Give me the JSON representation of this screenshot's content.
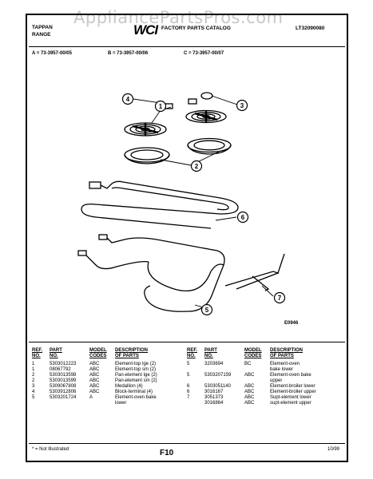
{
  "watermark": "AppliancePartsPros.com",
  "header": {
    "brand_line1": "TAPPAN",
    "brand_line2": "RANGE",
    "logo_text": "WCI",
    "catalog": "FACTORY PARTS CATALOG",
    "catalog_number": "LT32090080"
  },
  "models": [
    "A = 73-3957-00/05",
    "B = 73-3957-00/06",
    "C = 73-3957-00/07"
  ],
  "diagram": {
    "callouts": [
      "1",
      "2",
      "3",
      "4",
      "5",
      "6",
      "7"
    ],
    "figure_code": "E0946"
  },
  "table_headers": {
    "ref": "REF.\nNO.",
    "part": "PART\nNO.",
    "model": "MODEL\nCODES",
    "desc": "DESCRIPTION\nOF PARTS"
  },
  "parts_left": [
    {
      "ref": "1",
      "part": "5303012223",
      "model": "ABC",
      "desc": "Element-top lge (2)"
    },
    {
      "ref": "1",
      "part": "08067792",
      "model": "ABC",
      "desc": "Element-top sm (2)"
    },
    {
      "ref": "2",
      "part": "5303013598",
      "model": "ABC",
      "desc": "Pan-element lge (2)"
    },
    {
      "ref": "2",
      "part": "5303013599",
      "model": "ABC",
      "desc": "Pan-element sm (2)"
    },
    {
      "ref": "3",
      "part": "5309067808",
      "model": "ABC",
      "desc": "Medallion (4)"
    },
    {
      "ref": "4",
      "part": "5303912806",
      "model": "ABC",
      "desc": "Block-terminal (4)"
    },
    {
      "ref": "5",
      "part": "5303201724",
      "model": "A",
      "desc": "Element-oven bake\nlower"
    }
  ],
  "parts_right": [
    {
      "ref": "5",
      "part": "3203694",
      "model": "BC",
      "desc": "Element-oven\nbake lower"
    },
    {
      "ref": "5",
      "part": "5303207159",
      "model": "ABC",
      "desc": "Element-oven bake\nupper"
    },
    {
      "ref": "6",
      "part": "5303051140",
      "model": "ABC",
      "desc": "Element-broiler lower"
    },
    {
      "ref": "6",
      "part": "3016167",
      "model": "ABC",
      "desc": "Element-broiler upper"
    },
    {
      "ref": "7",
      "part": "3051373",
      "model": "ABC",
      "desc": "Supt-element lower"
    },
    {
      "ref": "",
      "part": "3016864",
      "model": "ABC",
      "desc": "supt-element upper"
    }
  ],
  "footer": {
    "note": "* = Not Illustrated",
    "page": "F10",
    "date": "10/99"
  }
}
